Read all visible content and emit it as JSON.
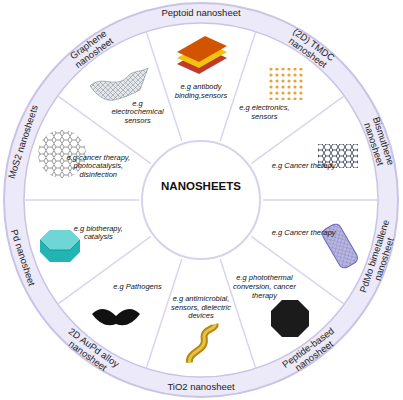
{
  "diagram": {
    "nodes": [
      {
        "text": [
          "NANOSHEETS"
        ]
      },
      {
        "text": [
          "Peptoid nanosheet",
          "e.g antibody binding,sensors"
        ]
      },
      {
        "text": [
          "(2D) TMDC nanosheet",
          "e.g electronics, sensors"
        ]
      },
      {
        "text": [
          "Bismuthene nanosheet",
          "e.g Cancer therapy"
        ]
      },
      {
        "text": [
          "PdMo bimetallene nanosheet",
          "e.g Cancer therapy"
        ]
      },
      {
        "text": [
          "Peptide-based nanosheet",
          "e.g photothermal conversion, cancer therapy"
        ]
      },
      {
        "text": [
          "TiO2 nanosheet",
          "e.g antimicrobial, sensors, dielectric devices"
        ]
      },
      {
        "text": [
          "2D AuPd alloy nanosheet",
          "e.g Pathogens"
        ]
      },
      {
        "text": [
          "Pd nanosheet",
          "e.g biotherapy, catalysis"
        ]
      },
      {
        "text": [
          "MoS2 nanosheets",
          "e.g cancer therapy, photocatalysis, disinfection"
        ]
      },
      {
        "text": [
          "Graphene nanosheet",
          "e.g electrochemical sensors"
        ]
      }
    ]
  }
}
